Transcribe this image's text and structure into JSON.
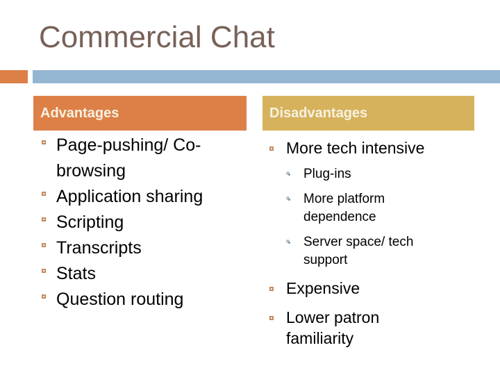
{
  "slide_title": "Commercial Chat",
  "columns": [
    {
      "header": "Advantages",
      "items": [
        {
          "text": "Page-pushing/ Co-browsing"
        },
        {
          "text": "Application sharing"
        },
        {
          "text": "Scripting"
        },
        {
          "text": "Transcripts"
        },
        {
          "text": "Stats"
        },
        {
          "text": "Question routing"
        }
      ]
    },
    {
      "header": "Disadvantages",
      "items": [
        {
          "text": "More tech intensive",
          "subitems": [
            {
              "text": "Plug-ins"
            },
            {
              "text": "More platform dependence"
            },
            {
              "text": "Server space/ tech support"
            }
          ]
        },
        {
          "text": "Expensive"
        },
        {
          "text": "Lower patron familiarity"
        }
      ]
    }
  ],
  "colors": {
    "accent-orange": "#DD8047",
    "accent-gold": "#D6B25C",
    "accent-blue": "#94B6D2",
    "title-text": "#776158",
    "header-text": "#F7F1E1",
    "body-text": "#000000",
    "square-bullet": "#C4895F",
    "circle-bullet-ring": "#A9BDCB",
    "circle-bullet-dot": "#7E95A5"
  }
}
